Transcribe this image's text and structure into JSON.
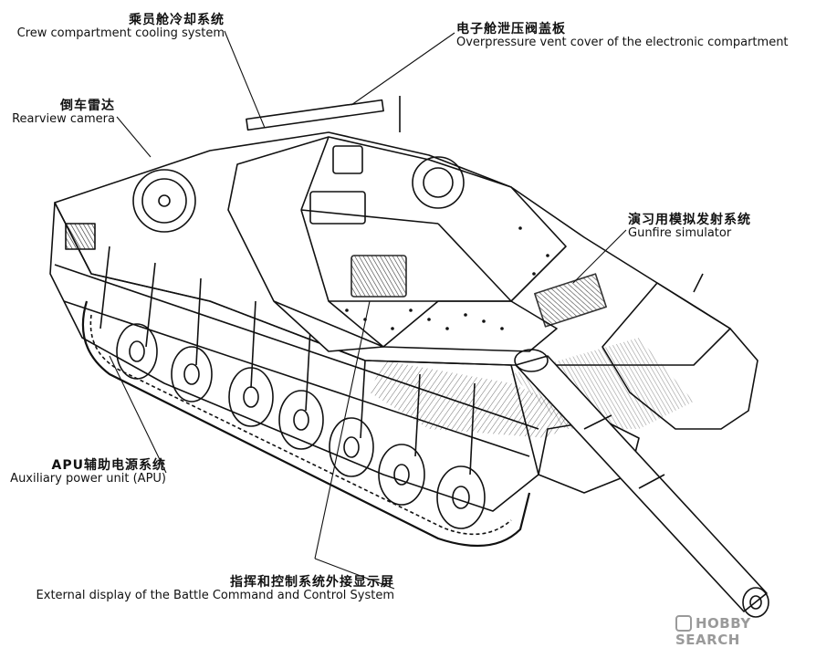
{
  "labels": {
    "crew_cooling": {
      "zh": "乘员舱冷却系统",
      "en": "Crew compartment cooling system"
    },
    "vent_cover": {
      "zh": "电子舱泄压阀盖板",
      "en": "Overpressure vent cover of the electronic compartment"
    },
    "rearview_camera": {
      "zh": "倒车雷达",
      "en": "Rearview camera"
    },
    "gunfire_simulator": {
      "zh": "演习用模拟发射系统",
      "en": "Gunfire simulator"
    },
    "apu": {
      "zh": "APU辅助电源系统",
      "en": "Auxiliary power unit (APU)"
    },
    "external_display": {
      "zh": "指挥和控制系统外接显示屏",
      "en": "External display of the Battle Command and Control System"
    }
  },
  "watermark": {
    "text": "HOBBY SEARCH"
  },
  "colors": {
    "ink": "#111111",
    "shade": "#555555",
    "watermark": "#9a9a9a",
    "background": "#ffffff"
  }
}
